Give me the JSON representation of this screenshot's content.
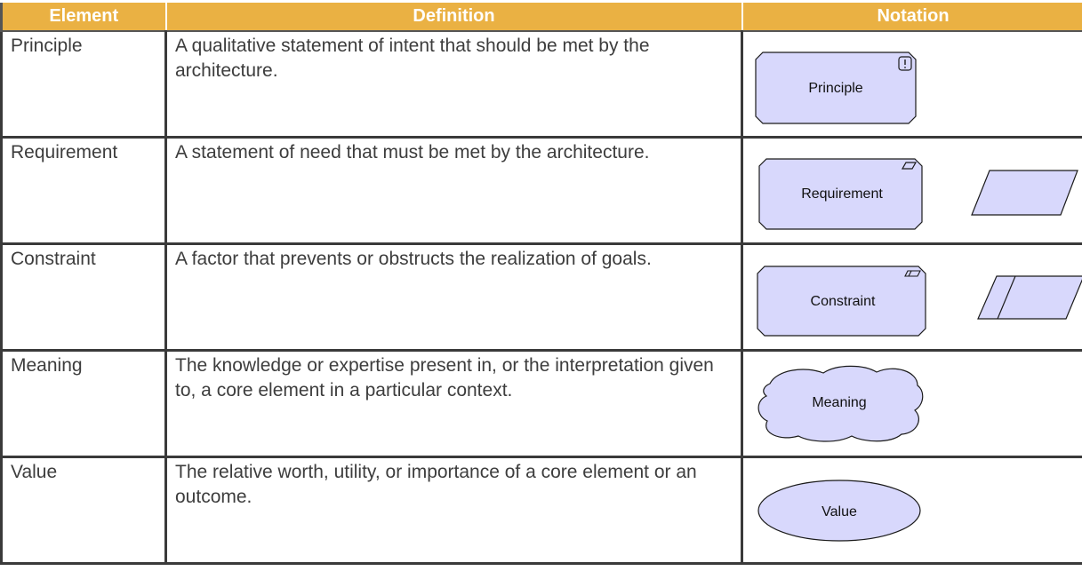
{
  "headers": [
    "Element",
    "Definition",
    "Notation"
  ],
  "rows": [
    {
      "element": "Principle",
      "definition": "A qualitative statement of intent that should be met by the architecture.",
      "shape_label": "Principle",
      "shape": "rounded-rect-with-exclamation-icon"
    },
    {
      "element": "Requirement",
      "definition": "A statement of need that must be met by the architecture.",
      "shape_label": "Requirement",
      "shape": "rounded-rect-with-parallelogram-icon"
    },
    {
      "element": "Constraint",
      "definition": "A factor that prevents or obstructs the realization of goals.",
      "shape_label": "Constraint",
      "shape": "rounded-rect-with-split-parallelogram-icon"
    },
    {
      "element": "Meaning",
      "definition": "The knowledge or expertise present in, or the interpretation given to, a core element in a particular context.",
      "shape_label": "Meaning",
      "shape": "cloud"
    },
    {
      "element": "Value",
      "definition": "The relative worth, utility, or importance of a core element or an outcome.",
      "shape_label": "Value",
      "shape": "ellipse"
    }
  ],
  "colors": {
    "header_bg": "#eab143",
    "header_text": "#ffffff",
    "shape_fill": "#d8d8fc",
    "shape_stroke": "#1a1a1a",
    "grid_line": "#3a3a3a"
  }
}
